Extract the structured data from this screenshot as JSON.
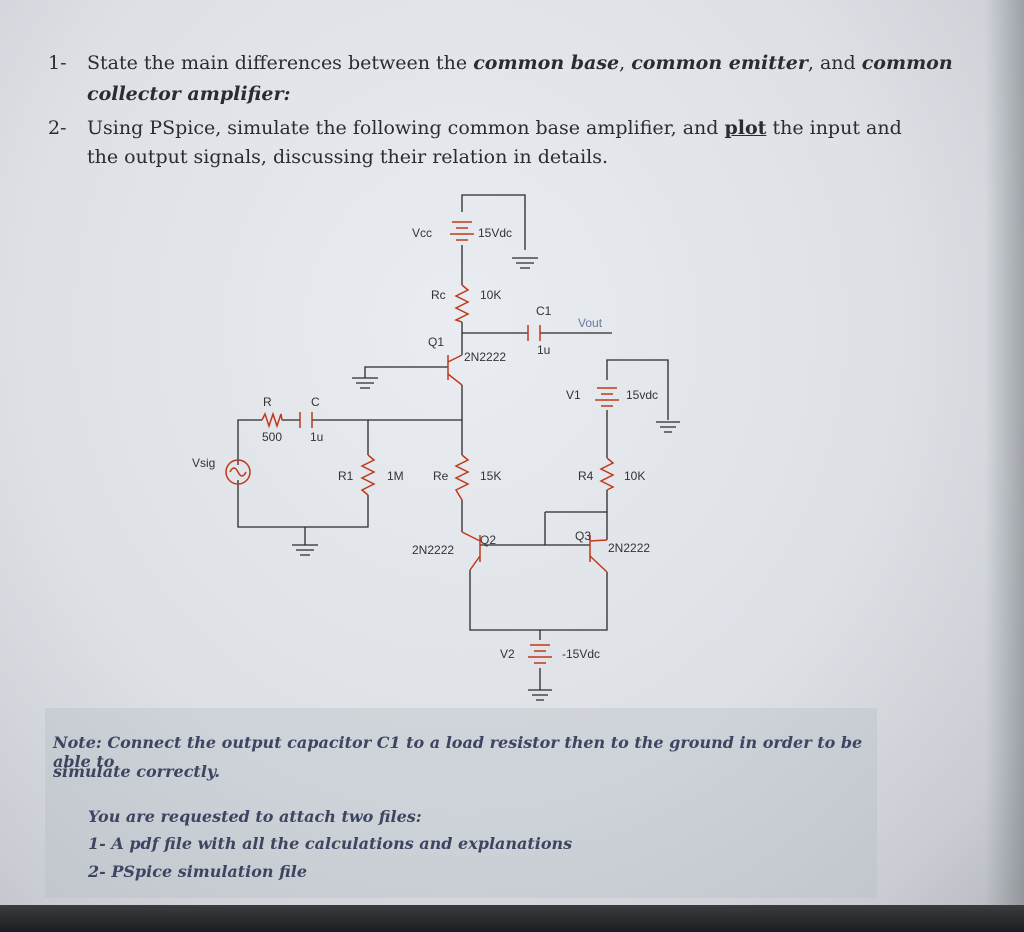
{
  "questions": [
    {
      "number": "1-",
      "line1_parts": [
        "State the main differences between the ",
        "common base",
        ", ",
        "common emitter",
        ", and ",
        "common"
      ],
      "line2": "collector amplifier:"
    },
    {
      "number": "2-",
      "line1_parts": [
        "Using PSpice, simulate the following common base amplifier, and ",
        "plot",
        " the input and"
      ],
      "line2": "the output signals, discussing their relation in details."
    }
  ],
  "circuit": {
    "vcc_label": "Vcc",
    "vcc_value": "15Vdc",
    "rc_label": "Rc",
    "rc_value": "10K",
    "c1_label": "C1",
    "c1_value": "1u",
    "vout_label": "Vout",
    "q1_label": "Q1",
    "q1_part": "2N2222",
    "v1_label": "V1",
    "v1_value": "15vdc",
    "r_label": "R",
    "r_value": "500",
    "c_label": "C",
    "c_value": "1u",
    "vsig_label": "Vsig",
    "r1_label": "R1",
    "r1_value": "1M",
    "re_label": "Re",
    "re_value": "15K",
    "r4_label": "R4",
    "r4_value": "10K",
    "q2_label": "Q2",
    "q2_part": "2N2222",
    "q3_label": "Q3",
    "q3_part": "2N2222",
    "v2_label": "V2",
    "v2_value": "-15Vdc"
  },
  "note": {
    "line1": "Note: Connect the output capacitor C1 to a load resistor then to the ground in order to be able to",
    "line2": "simulate correctly.",
    "attach_title": "You are requested to attach two files:",
    "attach_items": [
      "1- A pdf file with all the calculations and explanations",
      "2- PSpice simulation file"
    ]
  },
  "colors": {
    "wire": "#2a2a2a",
    "component": "#c0391b",
    "text": "#2a2c2f",
    "note_text": "#3d4560"
  }
}
